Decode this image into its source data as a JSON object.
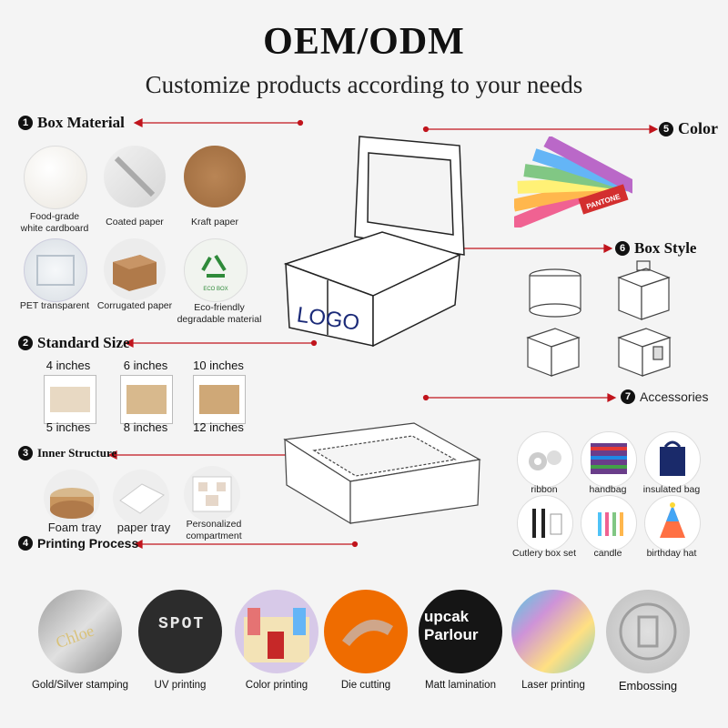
{
  "header": {
    "title": "OEM/ODM",
    "subtitle": "Customize products according to your needs"
  },
  "sections": {
    "material": {
      "num": "1",
      "label": "Box Material"
    },
    "color": {
      "num": "5",
      "label": "Color"
    },
    "box_style": {
      "num": "6",
      "label": "Box Style"
    },
    "size": {
      "num": "2",
      "label": "Standard Size"
    },
    "accessories": {
      "num": "7",
      "label": "Accessories"
    },
    "inner": {
      "num": "3",
      "label": "Inner Structure"
    },
    "printing": {
      "num": "4",
      "label": "Printing Process"
    }
  },
  "materials": [
    {
      "line1": "Food-grade",
      "line2": "white cardboard"
    },
    {
      "line1": "Coated paper",
      "line2": ""
    },
    {
      "line1": "Kraft paper",
      "line2": ""
    },
    {
      "line1": "PET transparent",
      "line2": ""
    },
    {
      "line1": "Corrugated paper",
      "line2": ""
    },
    {
      "line1": "Eco-friendly",
      "line2": "degradable material"
    }
  ],
  "eco_badge_text": "ECO BOX",
  "box_logo": "LOGO",
  "swatch_brand": "PANTONE",
  "sizes": [
    {
      "top": "4 inches",
      "bottom": "5 inches"
    },
    {
      "top": "6 inches",
      "bottom": "8 inches"
    },
    {
      "top": "10 inches",
      "bottom": "12 inches"
    }
  ],
  "inner": [
    {
      "line1": "Foam tray",
      "line2": ""
    },
    {
      "line1": "paper tray",
      "line2": ""
    },
    {
      "line1": "Personalized",
      "line2": "compartment"
    }
  ],
  "accessories": [
    "ribbon",
    "handbag",
    "insulated bag",
    "Cutlery box set",
    "candle",
    "birthday hat"
  ],
  "processes": [
    {
      "label": "Gold/Silver stamping",
      "art": "Chloe"
    },
    {
      "label": "UV printing",
      "art": "SPOT"
    },
    {
      "label": "Color printing",
      "art": ""
    },
    {
      "label": "Die cutting",
      "art": ""
    },
    {
      "label": "Matt lamination",
      "art": "upcak Parlour"
    },
    {
      "label": "Laser printing",
      "art": ""
    },
    {
      "label": "Embossing",
      "art": ""
    }
  ],
  "colors": {
    "arrow_red": "#c0141c",
    "kraft": "#b07a4a"
  }
}
